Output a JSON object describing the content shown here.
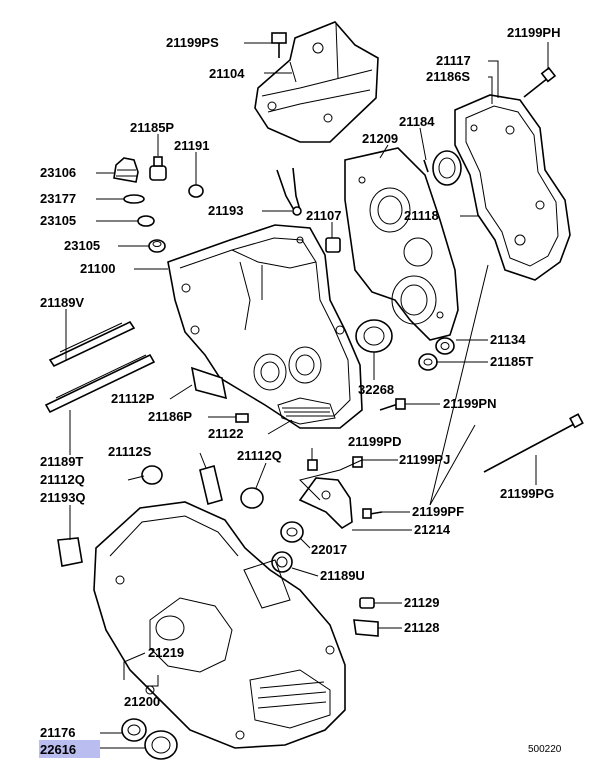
{
  "labels": {
    "p21199PS": "21199PS",
    "p21104": "21104",
    "p21199PH": "21199PH",
    "p21117": "21117",
    "p21186S": "21186S",
    "p21185P": "21185P",
    "p21191": "21191",
    "p21184": "21184",
    "p21209": "21209",
    "p23106": "23106",
    "p23177": "23177",
    "p23105a": "23105",
    "p23105b": "23105",
    "p21193": "21193",
    "p21107": "21107",
    "p21118": "21118",
    "p21100": "21100",
    "p21189V": "21189V",
    "p21134": "21134",
    "p21185T": "21185T",
    "p32268": "32268",
    "p21112P": "21112P",
    "p21186P": "21186P",
    "p21199PN": "21199PN",
    "p21122": "21122",
    "p21199PD": "21199PD",
    "p21112S": "21112S",
    "p21112Q": "21112Q",
    "p21199PJ": "21199PJ",
    "p21189T": "21189T",
    "p21112Q2": "21112Q",
    "p21199PG": "21199PG",
    "p21193Q": "21193Q",
    "p21199PF": "21199PF",
    "p21214": "21214",
    "p22017": "22017",
    "p21189U": "21189U",
    "p21129": "21129",
    "p21128": "21128",
    "p21219": "21219",
    "p21200": "21200",
    "p21176": "21176",
    "p22616": "22616"
  },
  "diagram_code": "500220",
  "highlight_color": "#b9bdf0"
}
